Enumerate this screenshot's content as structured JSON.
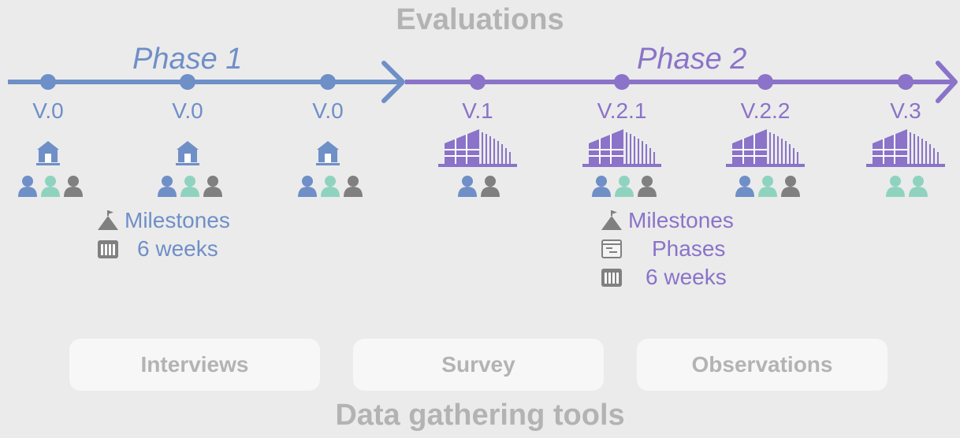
{
  "header": {
    "title": "Evaluations"
  },
  "footer": {
    "title": "Data gathering tools"
  },
  "phases": [
    {
      "label": "Phase 1",
      "color": "#6f8fc7"
    },
    {
      "label": "Phase 2",
      "color": "#8a73c9"
    }
  ],
  "versions": [
    {
      "label": "V.0",
      "phase": 1,
      "building": "house",
      "people": [
        "blue",
        "green",
        "gray"
      ]
    },
    {
      "label": "V.0",
      "phase": 1,
      "building": "house",
      "people": [
        "blue",
        "green",
        "gray"
      ]
    },
    {
      "label": "V.0",
      "phase": 1,
      "building": "house",
      "people": [
        "blue",
        "green",
        "gray"
      ]
    },
    {
      "label": "V.1",
      "phase": 2,
      "building": "factory",
      "people": [
        "blue",
        "gray"
      ]
    },
    {
      "label": "V.2.1",
      "phase": 2,
      "building": "factory",
      "people": [
        "blue",
        "green",
        "gray"
      ]
    },
    {
      "label": "V.2.2",
      "phase": 2,
      "building": "factory",
      "people": [
        "blue",
        "green",
        "gray"
      ]
    },
    {
      "label": "V.3",
      "phase": 2,
      "building": "factory",
      "people": [
        "green",
        "green"
      ]
    }
  ],
  "phase1_notes": [
    {
      "icon": "mountain-flag-icon",
      "text": "Milestones"
    },
    {
      "icon": "calendar-grid-icon",
      "text": "6 weeks"
    }
  ],
  "phase2_notes": [
    {
      "icon": "mountain-flag-icon",
      "text": "Milestones"
    },
    {
      "icon": "gantt-chart-icon",
      "text": "Phases"
    },
    {
      "icon": "calendar-grid-icon",
      "text": "6 weeks"
    }
  ],
  "tools": [
    {
      "label": "Interviews"
    },
    {
      "label": "Survey"
    },
    {
      "label": "Observations"
    }
  ],
  "colors": {
    "phase1": "#6f8fc7",
    "phase2": "#8a73c9",
    "person_blue": "#6f8fc7",
    "person_green": "#8fd3bf",
    "person_gray": "#808080",
    "muted_text": "#b3b3b3"
  }
}
